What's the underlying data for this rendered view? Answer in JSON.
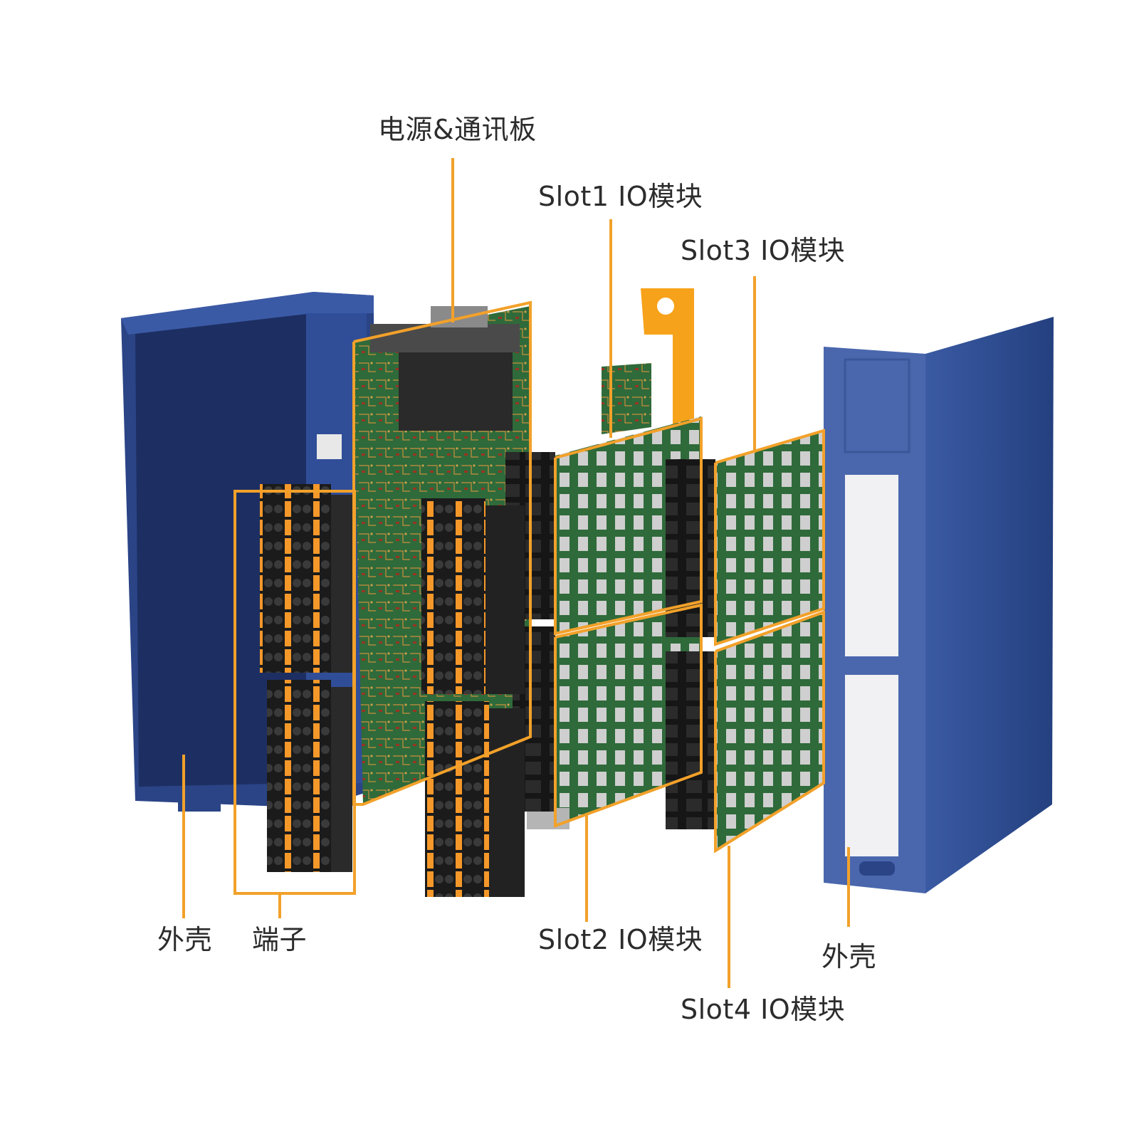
{
  "colors": {
    "callout": "#f2a12a",
    "housing_blue": "#2e4b93",
    "housing_blue_light": "#4d6bb0",
    "pcb_green": "#2f6a3a",
    "terminal_orange": "#f5982a",
    "terminal_black": "#1b1b1b",
    "latch_orange": "#f7a21b"
  },
  "labels": {
    "power_comm_board": "电源&通讯板",
    "slot1": "Slot1 IO模块",
    "slot3": "Slot3 IO模块",
    "slot2": "Slot2 IO模块",
    "slot4": "Slot4 IO模块",
    "housing_left": "外壳",
    "terminal": "端子",
    "housing_right": "外壳"
  },
  "icons": [
    "housing-left-icon",
    "housing-right-icon",
    "pcb-board-icon",
    "terminal-block-icon",
    "io-connector-icon",
    "latch-icon"
  ]
}
